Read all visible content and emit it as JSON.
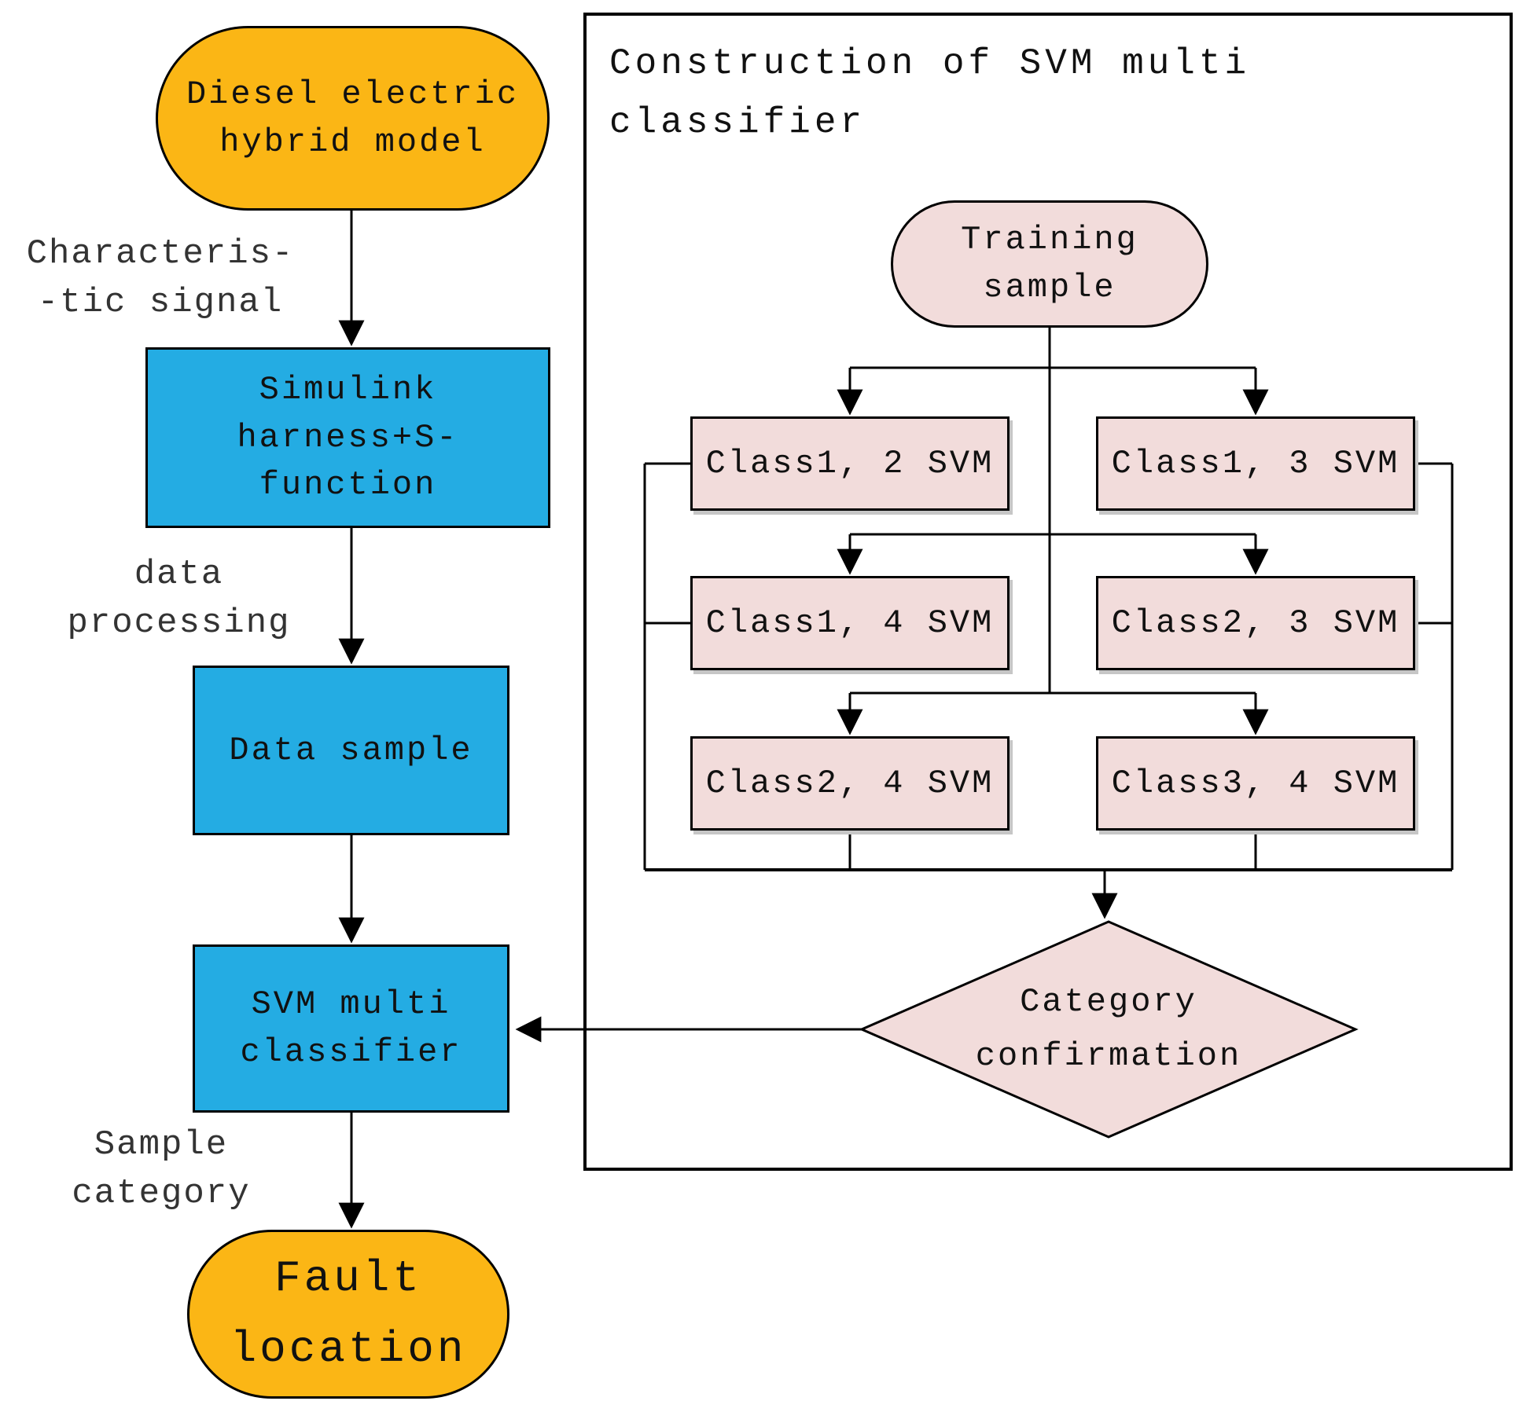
{
  "flow": {
    "nodes": {
      "diesel": {
        "lines": [
          "Diesel electric",
          "hybrid model"
        ]
      },
      "simulink": {
        "lines": [
          "Simulink",
          "harness+S-",
          "function"
        ]
      },
      "data_sample": {
        "lines": [
          "Data sample"
        ]
      },
      "svm_classifier": {
        "lines": [
          "SVM multi",
          "classifier"
        ]
      },
      "fault_location": {
        "lines": [
          "Fault",
          "location"
        ]
      }
    },
    "edge_labels": {
      "characteristic_signal": {
        "lines": [
          "Characteris-",
          "-tic signal"
        ]
      },
      "data_processing": {
        "lines": [
          "data",
          "processing"
        ]
      },
      "sample_category": {
        "lines": [
          "Sample",
          "category"
        ]
      }
    }
  },
  "panel": {
    "title_lines": [
      "Construction of SVM multi",
      "classifier"
    ],
    "training_sample": {
      "lines": [
        "Training",
        "sample"
      ]
    },
    "svm_boxes": [
      "Class1, 2 SVM",
      "Class1, 3 SVM",
      "Class1, 4 SVM",
      "Class2, 3 SVM",
      "Class2, 4 SVM",
      "Class3, 4 SVM"
    ],
    "decision": {
      "lines": [
        "Category",
        "confirmation"
      ]
    }
  },
  "colors": {
    "gold": "#FBB615",
    "blue": "#24ACE3",
    "pink": "#F2DCDB",
    "stroke": "#000000"
  }
}
